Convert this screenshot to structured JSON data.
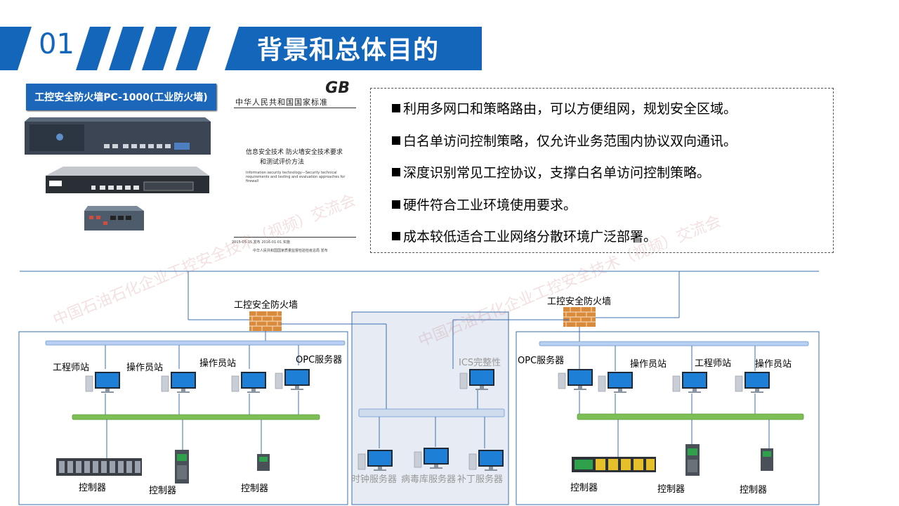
{
  "header": {
    "number": "01",
    "title": "背景和总体目的"
  },
  "product": {
    "label": "工控安全防火墙PC-1000(工业防火墙)"
  },
  "standard_doc": {
    "logo": "GB",
    "heading": "中华人民共和国国家标准",
    "title_line1": "信息安全技术   防火墙安全技术要求",
    "title_line2": "和测试评价方法",
    "english_title": "Information security technology—Security technical requirements and testing and evaluation approaches for firewall",
    "dates": "2015-05-15 发布                    2016-01-01 实施",
    "issuer": "中华人民共和国国家质量监督检验检疫总局 发布"
  },
  "bullets": [
    "利用多网口和策略路由，可以方便组网，规划安全区域。",
    "白名单访问控制策略，仅允许业务范围内协议双向通讯。",
    "深度识别常见工控协议，支撑白名单访问控制策略。",
    "硬件符合工业环境使用要求。",
    "成本较低适合工业网络分散环境广泛部署。"
  ],
  "diagram": {
    "left": {
      "firewall": "工控安全防火墙",
      "stations": [
        "工程师站",
        "操作员站",
        "操作员站",
        "OPC服务器"
      ],
      "controllers": [
        "控制器",
        "控制器",
        "控制器"
      ]
    },
    "center": {
      "top_server": "ICS完整性",
      "servers": [
        "时钟服务器",
        "病毒库服务器",
        "补丁服务器"
      ]
    },
    "right": {
      "firewall": "工控安全防火墙",
      "stations": [
        "OPC服务器",
        "操作员站",
        "工程师站",
        "操作员站"
      ],
      "controllers": [
        "控制器",
        "控制器",
        "控制器"
      ]
    }
  },
  "watermark": "中国石油石化企业工控安全技术（视频）交流会",
  "colors": {
    "brand_blue": "#1466bb",
    "green_bus": "#7bbf55",
    "blue_bus": "#b7cff0",
    "firewall": "#d98a3a"
  }
}
